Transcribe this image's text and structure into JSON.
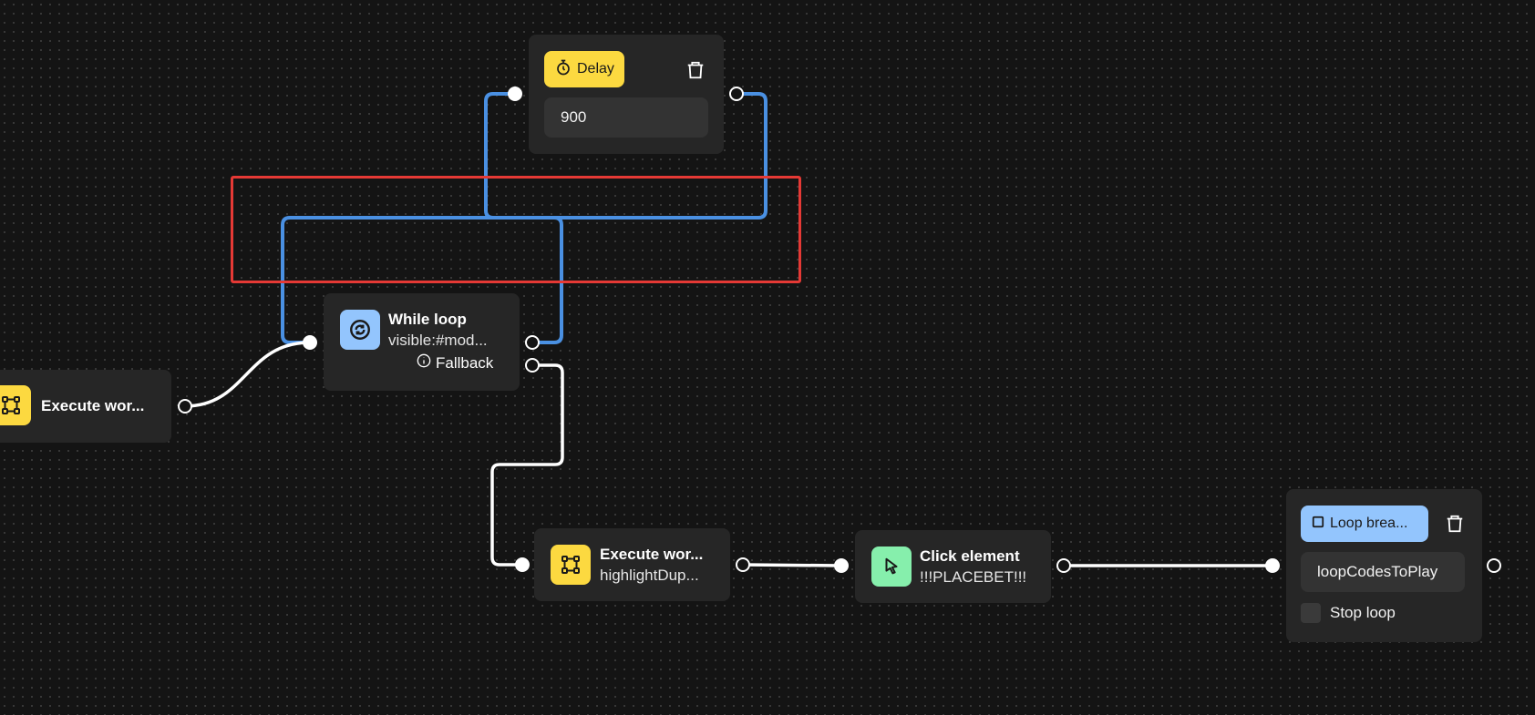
{
  "nodes": {
    "execute_left": {
      "title": "Execute wor..."
    },
    "delay": {
      "label": "Delay",
      "value": "900"
    },
    "while_loop": {
      "title": "While loop",
      "condition": "visible:#mod...",
      "fallback": "Fallback"
    },
    "execute_bottom": {
      "title": "Execute wor...",
      "subtitle": "highlightDup..."
    },
    "click_element": {
      "title": "Click element",
      "subtitle": "!!!PLACEBET!!!"
    },
    "loop_breakpoint": {
      "label": "Loop brea...",
      "value": "loopCodesToPlay",
      "checkbox_label": "Stop loop"
    }
  },
  "colors": {
    "background": "#141414",
    "node": "#262626",
    "edge_blue": "#4a90e2",
    "edge_white": "#ffffff",
    "accent_yellow": "#fcd940",
    "accent_blue": "#93c5fd",
    "accent_green": "#86efac",
    "selection_red": "#e53935"
  },
  "icons": {
    "execute": "flow-nodes-icon",
    "delay": "stopwatch-icon",
    "while": "loop-icon",
    "click": "cursor-icon",
    "loop_break": "square-icon",
    "delete": "trash-icon",
    "info": "info-icon"
  }
}
